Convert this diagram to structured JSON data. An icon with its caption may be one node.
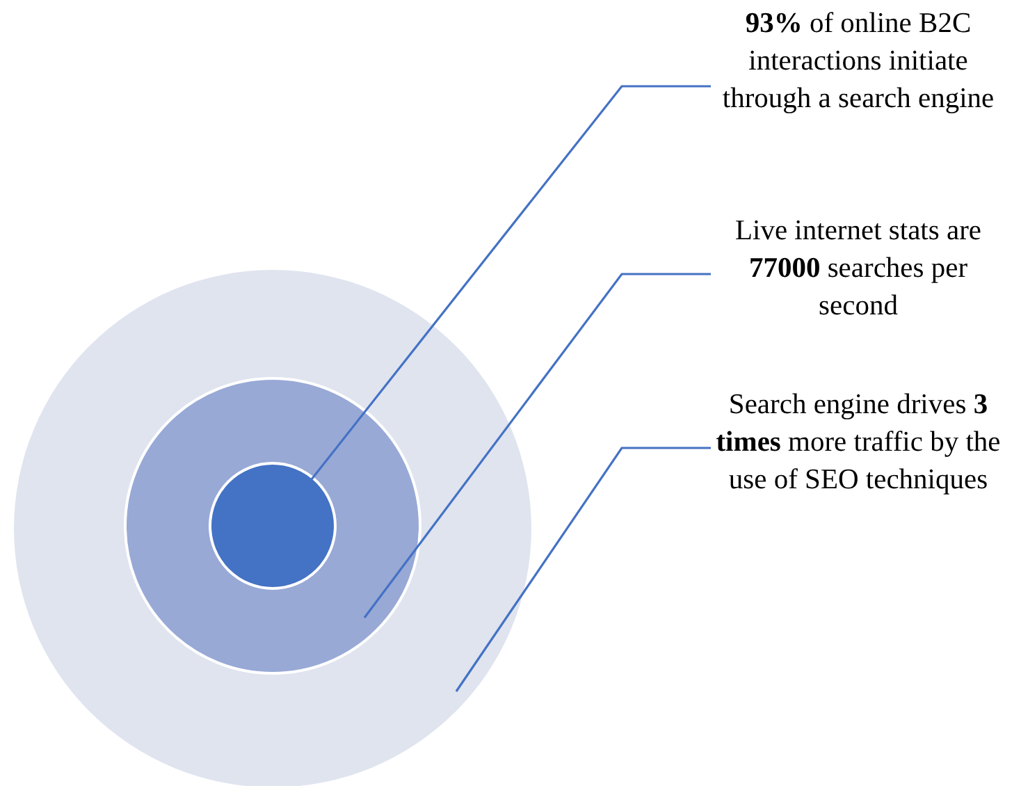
{
  "diagram": {
    "nodes": [
      {
        "text": [
          "**93%** of online B2C interactions initiate through a search engine"
        ]
      },
      {
        "text": [
          "Live internet stats are **77000** searches per second"
        ]
      },
      {
        "text": [
          "Search engine drives **3 times** more traffic by the use of SEO techniques"
        ]
      },
      {
        "text": [],
        "shape": "circle"
      },
      {
        "text": [],
        "shape": "circle",
        "in": 3
      },
      {
        "text": [],
        "shape": "circle",
        "in": 4
      }
    ],
    "edges": [
      {
        "from": 0,
        "to": 5,
        "arrow": "none"
      },
      {
        "from": 1,
        "to": 4,
        "arrow": "none"
      },
      {
        "from": 2,
        "to": 3,
        "arrow": "none"
      }
    ]
  }
}
